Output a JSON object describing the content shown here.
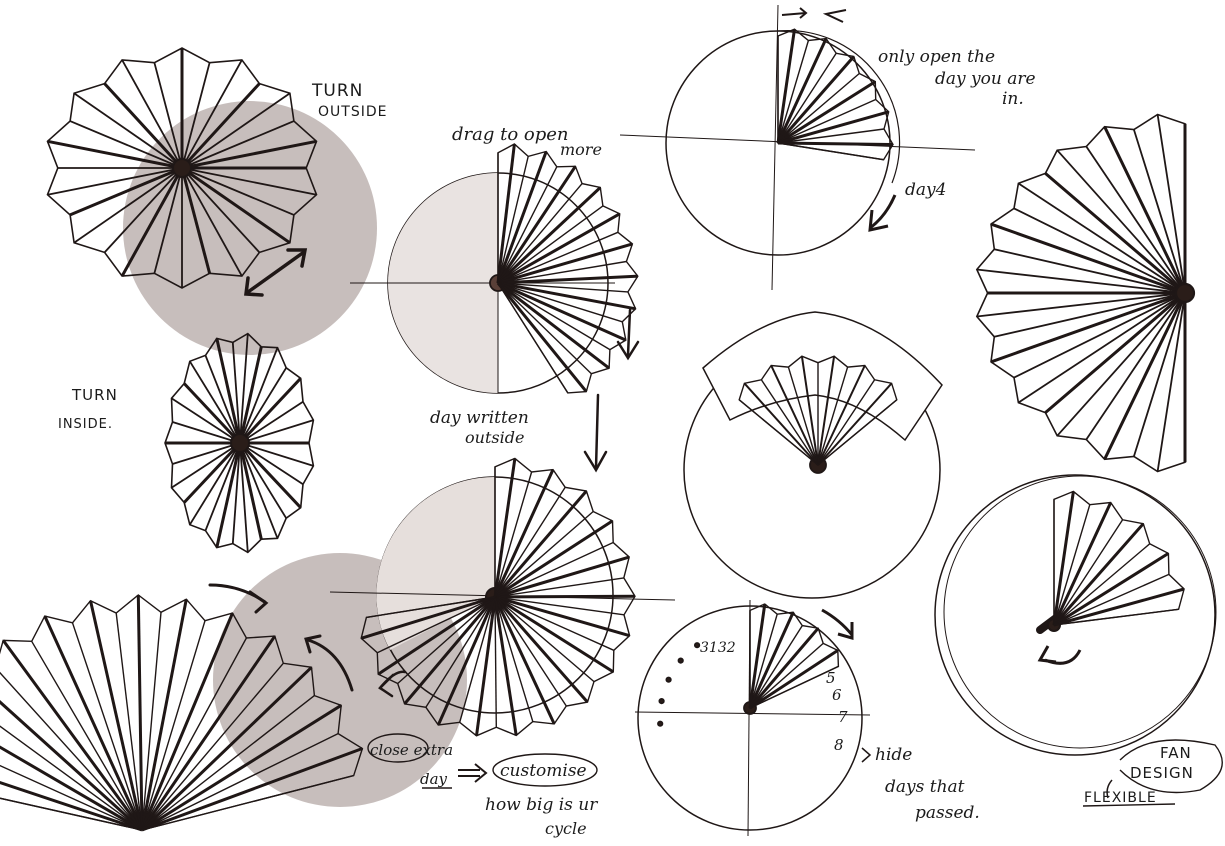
{
  "ink_color": "#1f1716",
  "blob_color": "#bdb3b0",
  "annotations": {
    "turn_outside_1": "TURN",
    "turn_outside_2": "OUTSIDE",
    "drag_1": "drag to open",
    "drag_2": "more",
    "only_open_1": "only open the",
    "only_open_2": "day you are",
    "only_open_3": "in.",
    "day4": "day4",
    "turn_inside_1": "TURN",
    "turn_inside_2": "INSIDE.",
    "day_written_1": "day written",
    "day_written_2": "outside",
    "close_extra_1": "close extra",
    "close_extra_2": "day",
    "customise": "customise",
    "how_big_1": "how big is ur",
    "how_big_2": "cycle",
    "hide_1": "hide",
    "hide_2": "days that",
    "hide_3": "passed.",
    "fan_1": "FAN",
    "fan_2": "DESIGN",
    "flexible": "FLEXIBLE",
    "num_3132": "3132",
    "num_5": "5",
    "num_6": "6",
    "num_7": "7",
    "num_8": "8"
  }
}
